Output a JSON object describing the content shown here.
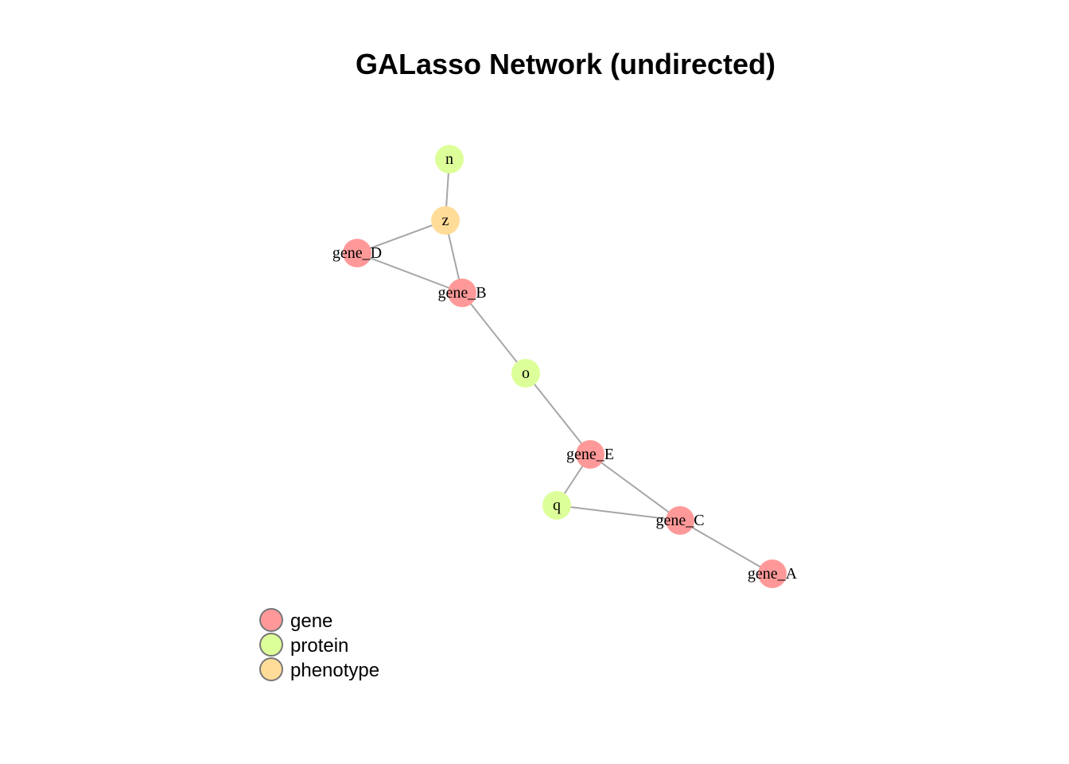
{
  "title": "GALasso Network (undirected)",
  "colors": {
    "gene": "#ff9999",
    "protein": "#ddff99",
    "phenotype": "#ffdd99",
    "edge": "#a6a6a6",
    "legend_stroke": "#777777"
  },
  "nodes": [
    {
      "id": "n",
      "label": "n",
      "type": "protein"
    },
    {
      "id": "z",
      "label": "z",
      "type": "phenotype"
    },
    {
      "id": "gene_D",
      "label": "gene_D",
      "type": "gene"
    },
    {
      "id": "gene_B",
      "label": "gene_B",
      "type": "gene"
    },
    {
      "id": "o",
      "label": "o",
      "type": "protein"
    },
    {
      "id": "gene_E",
      "label": "gene_E",
      "type": "gene"
    },
    {
      "id": "q",
      "label": "q",
      "type": "protein"
    },
    {
      "id": "gene_C",
      "label": "gene_C",
      "type": "gene"
    },
    {
      "id": "gene_A",
      "label": "gene_A",
      "type": "gene"
    }
  ],
  "edges": [
    [
      "n",
      "z"
    ],
    [
      "z",
      "gene_D"
    ],
    [
      "z",
      "gene_B"
    ],
    [
      "gene_D",
      "gene_B"
    ],
    [
      "gene_B",
      "o"
    ],
    [
      "o",
      "gene_E"
    ],
    [
      "gene_E",
      "q"
    ],
    [
      "gene_E",
      "gene_C"
    ],
    [
      "q",
      "gene_C"
    ],
    [
      "gene_C",
      "gene_A"
    ]
  ],
  "legend": [
    {
      "label": "gene",
      "type": "gene"
    },
    {
      "label": "protein",
      "type": "protein"
    },
    {
      "label": "phenotype",
      "type": "phenotype"
    }
  ]
}
